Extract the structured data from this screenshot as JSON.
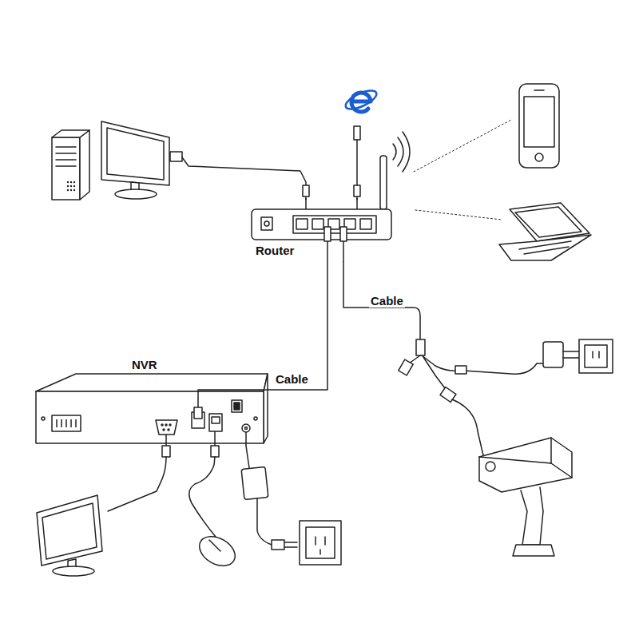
{
  "diagram": {
    "nodes": [
      {
        "text": [
          "Router"
        ]
      },
      {
        "text": [
          "NVR"
        ]
      }
    ],
    "edges": [
      {
        "from": 0,
        "to": 1,
        "label": "Cable",
        "arrow": "none"
      }
    ],
    "labels": [
      "Cable"
    ]
  }
}
